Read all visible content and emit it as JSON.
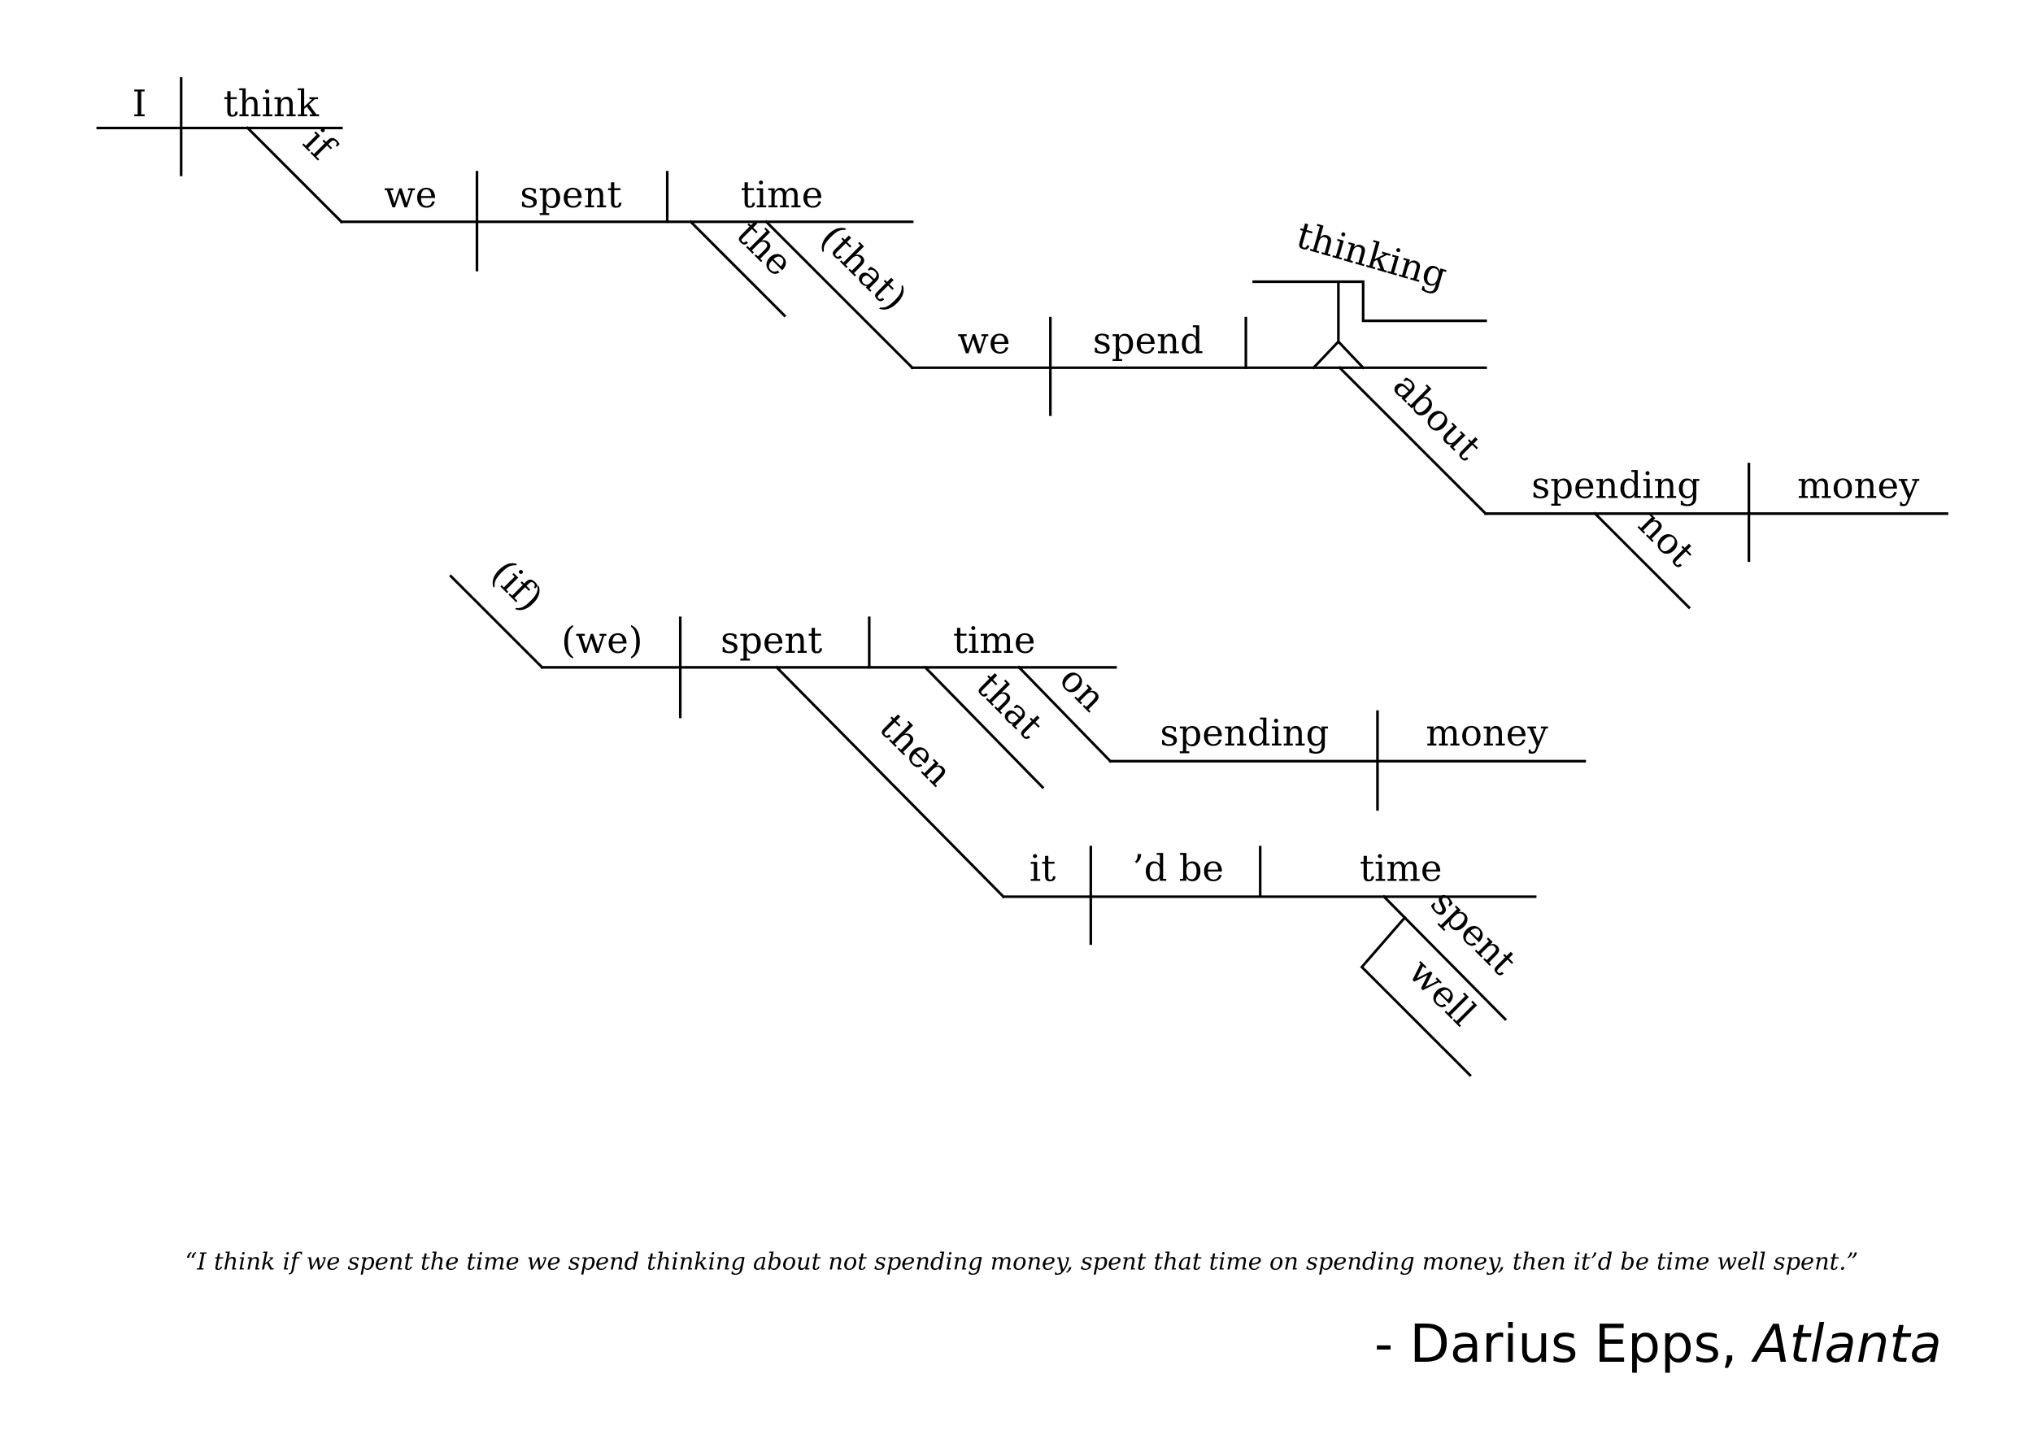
{
  "diagram": {
    "clause1": {
      "subject": "I",
      "verb": "think",
      "conj": "if"
    },
    "clause2": {
      "subject": "we",
      "verb": "spent",
      "object": "time",
      "article": "the",
      "relative": "(that)"
    },
    "clause3": {
      "subject": "we",
      "verb": "spend",
      "gerund": "thinking",
      "prep": "about"
    },
    "clause4": {
      "gerund": "spending",
      "object": "money",
      "neg": "not"
    },
    "clause5": {
      "conj": "(if)",
      "subject": "(we)",
      "verb": "spent",
      "object": "time",
      "det": "that",
      "prep": "on"
    },
    "clause6": {
      "gerund": "spending",
      "object": "money"
    },
    "clause7": {
      "adverb": "then",
      "subject": "it",
      "verb": "’d be",
      "complement": "time",
      "participle": "spent",
      "participle_adverb": "well"
    }
  },
  "quote": "“I think if we spent the time we spend thinking about not spending money, spent that time on spending money, then it’d be time well spent.”",
  "attribution": {
    "prefix": "- Darius Epps, ",
    "source": "Atlanta"
  }
}
